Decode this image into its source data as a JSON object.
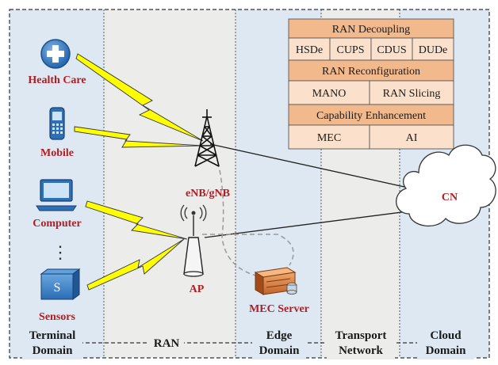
{
  "domains": {
    "terminal": [
      "Terminal",
      "Domain"
    ],
    "ran": [
      "RAN"
    ],
    "edge": [
      "Edge",
      "Domain"
    ],
    "transport": [
      "Transport",
      "Network"
    ],
    "cloud": [
      "Cloud",
      "Domain"
    ]
  },
  "devices": {
    "health_care": "Health Care",
    "mobile": "Mobile",
    "computer": "Computer",
    "sensors": "Sensors",
    "sensor_glyph": "S",
    "ellipsis": "⋮"
  },
  "ran": {
    "base_station": "eNB/gNB",
    "access_point": "AP"
  },
  "edge": {
    "mec_server": "MEC Server"
  },
  "core": {
    "cloud": "CN"
  },
  "table": {
    "decoupling": {
      "header": "RAN Decoupling",
      "items": [
        "HSDe",
        "CUPS",
        "CDUS",
        "DUDe"
      ]
    },
    "reconfiguration": {
      "header": "RAN Reconfiguration",
      "items": [
        "MANO",
        "RAN Slicing"
      ]
    },
    "capability": {
      "header": "Capability Enhancement",
      "items": [
        "MEC",
        "AI"
      ]
    }
  },
  "colors": {
    "domain_blue": "#dde8f3",
    "domain_gray": "#ececeb",
    "table_header": "#f2b98d",
    "table_row": "#fbe1cc",
    "label_red": "#b01e23",
    "lightning": "#ffff00"
  }
}
